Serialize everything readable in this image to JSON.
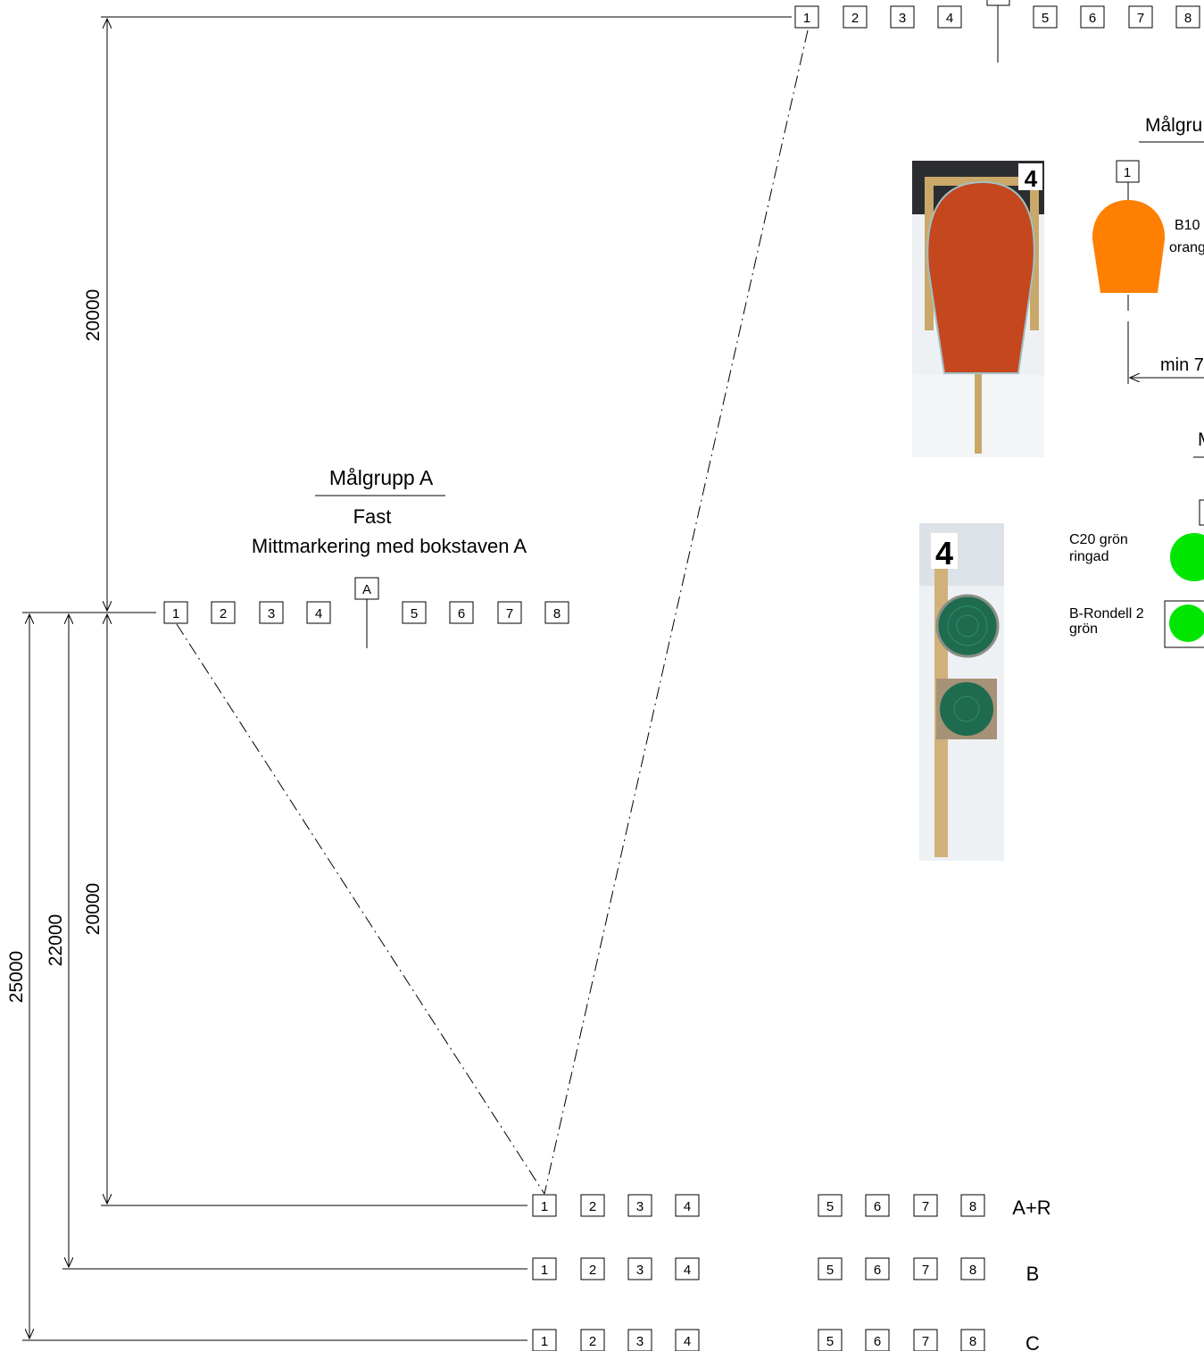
{
  "drawing": {
    "target_numbers": [
      "1",
      "2",
      "3",
      "4",
      "5",
      "6",
      "7",
      "8"
    ],
    "group_a": {
      "title": "Målgrupp A",
      "line1": "Fast",
      "line2": "Mittmarkering med bokstaven A",
      "center_letter": "A"
    },
    "group_b_title_partial": "Målgru",
    "group_c_title_partial": "M",
    "b10_label_line1": "B10",
    "b10_label_line2": "orang",
    "min_label": "min 7",
    "c20_label_line1": "C20 grön",
    "c20_label_line2": "ringad",
    "rondell_label_line1": "B-Rondell 2",
    "rondell_label_line2": "grön",
    "dimensions": {
      "top_span": "20000",
      "lower_span": "20000",
      "b_span": "22000",
      "c_span": "25000"
    },
    "firing_lines": [
      "A+R",
      "B",
      "C"
    ],
    "photo1_number": "4",
    "photo2_number": "4",
    "colors": {
      "orange_target": "#ff7f00",
      "green_target": "#00e600",
      "photo_orange": "#c4471d",
      "photo_green": "#1f6b50"
    }
  }
}
